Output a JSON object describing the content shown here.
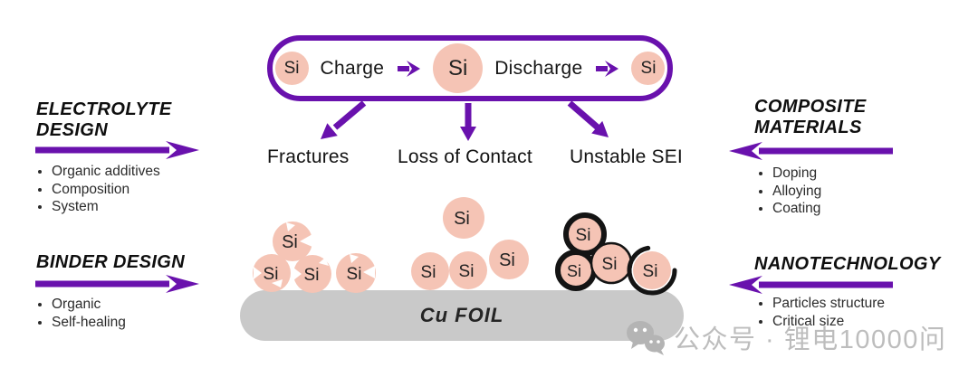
{
  "cycle": {
    "si": "Si",
    "charge_label": "Charge",
    "discharge_label": "Discharge"
  },
  "failure_modes": [
    {
      "label": "Fractures"
    },
    {
      "label": "Loss of Contact"
    },
    {
      "label": "Unstable SEI"
    }
  ],
  "strategies": {
    "left": [
      {
        "title": "ELECTROLYTE\nDESIGN",
        "bullets": [
          "Organic additives",
          "Composition",
          "System"
        ]
      },
      {
        "title": "BINDER DESIGN",
        "bullets": [
          "Organic",
          "Self-healing"
        ]
      }
    ],
    "right": [
      {
        "title": "COMPOSITE\nMATERIALS",
        "bullets": [
          "Doping",
          "Alloying",
          "Coating"
        ]
      },
      {
        "title": "NANOTECHNOLOGY",
        "bullets": [
          "Particles structure",
          "Critical size"
        ]
      }
    ]
  },
  "substrate_label": "Cu FOIL",
  "particle_label": "Si",
  "watermark_text": "公众号 · 锂电10000问",
  "colors": {
    "purple": "#6911ad",
    "particle_pink": "#f5c4b5",
    "foil_gray": "#c9c9c9",
    "sei_ring_black": "#141414",
    "watermark_gray": "#bdbdbd"
  }
}
